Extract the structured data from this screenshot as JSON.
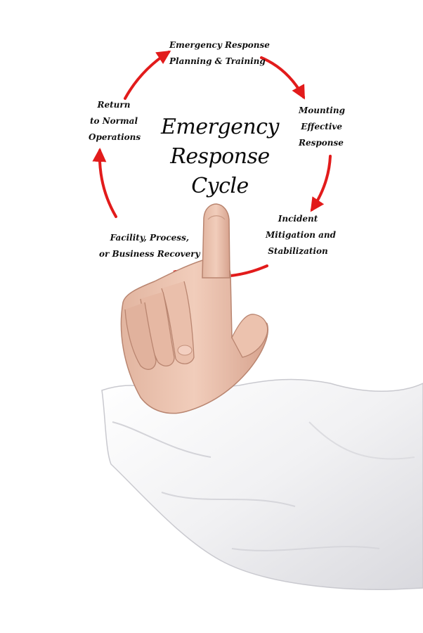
{
  "diagram": {
    "title_lines": [
      "Emergency",
      "Response",
      "Cycle"
    ],
    "steps": [
      {
        "id": "planning",
        "lines": [
          "Emergency Response",
          "Planning & Training"
        ]
      },
      {
        "id": "mounting",
        "lines": [
          "Mounting",
          "Effective",
          "Response"
        ]
      },
      {
        "id": "incident",
        "lines": [
          "Incident",
          "Mitigation and",
          "Stabilization"
        ]
      },
      {
        "id": "recovery",
        "lines": [
          "Facility, Process,",
          "or Business Recovery"
        ]
      },
      {
        "id": "return",
        "lines": [
          "Return",
          "to Normal",
          "Operations"
        ]
      }
    ],
    "arrow_color": "#e21b1b"
  }
}
